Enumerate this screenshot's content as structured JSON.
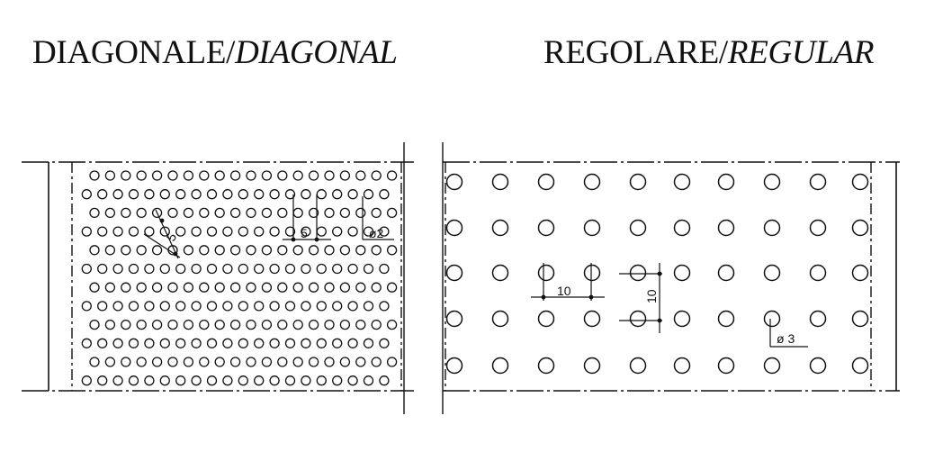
{
  "left_panel": {
    "title_main": "DIAGONALE/",
    "title_italic": "DIAGONAL",
    "pitch_label": "5",
    "pitch_label_diag": "5",
    "diameter_label": "ø2"
  },
  "right_panel": {
    "title_main": "REGOLARE/",
    "title_italic": "REGULAR",
    "pitch_h_label": "10",
    "pitch_v_label": "10",
    "diameter_label": "ø 3"
  }
}
